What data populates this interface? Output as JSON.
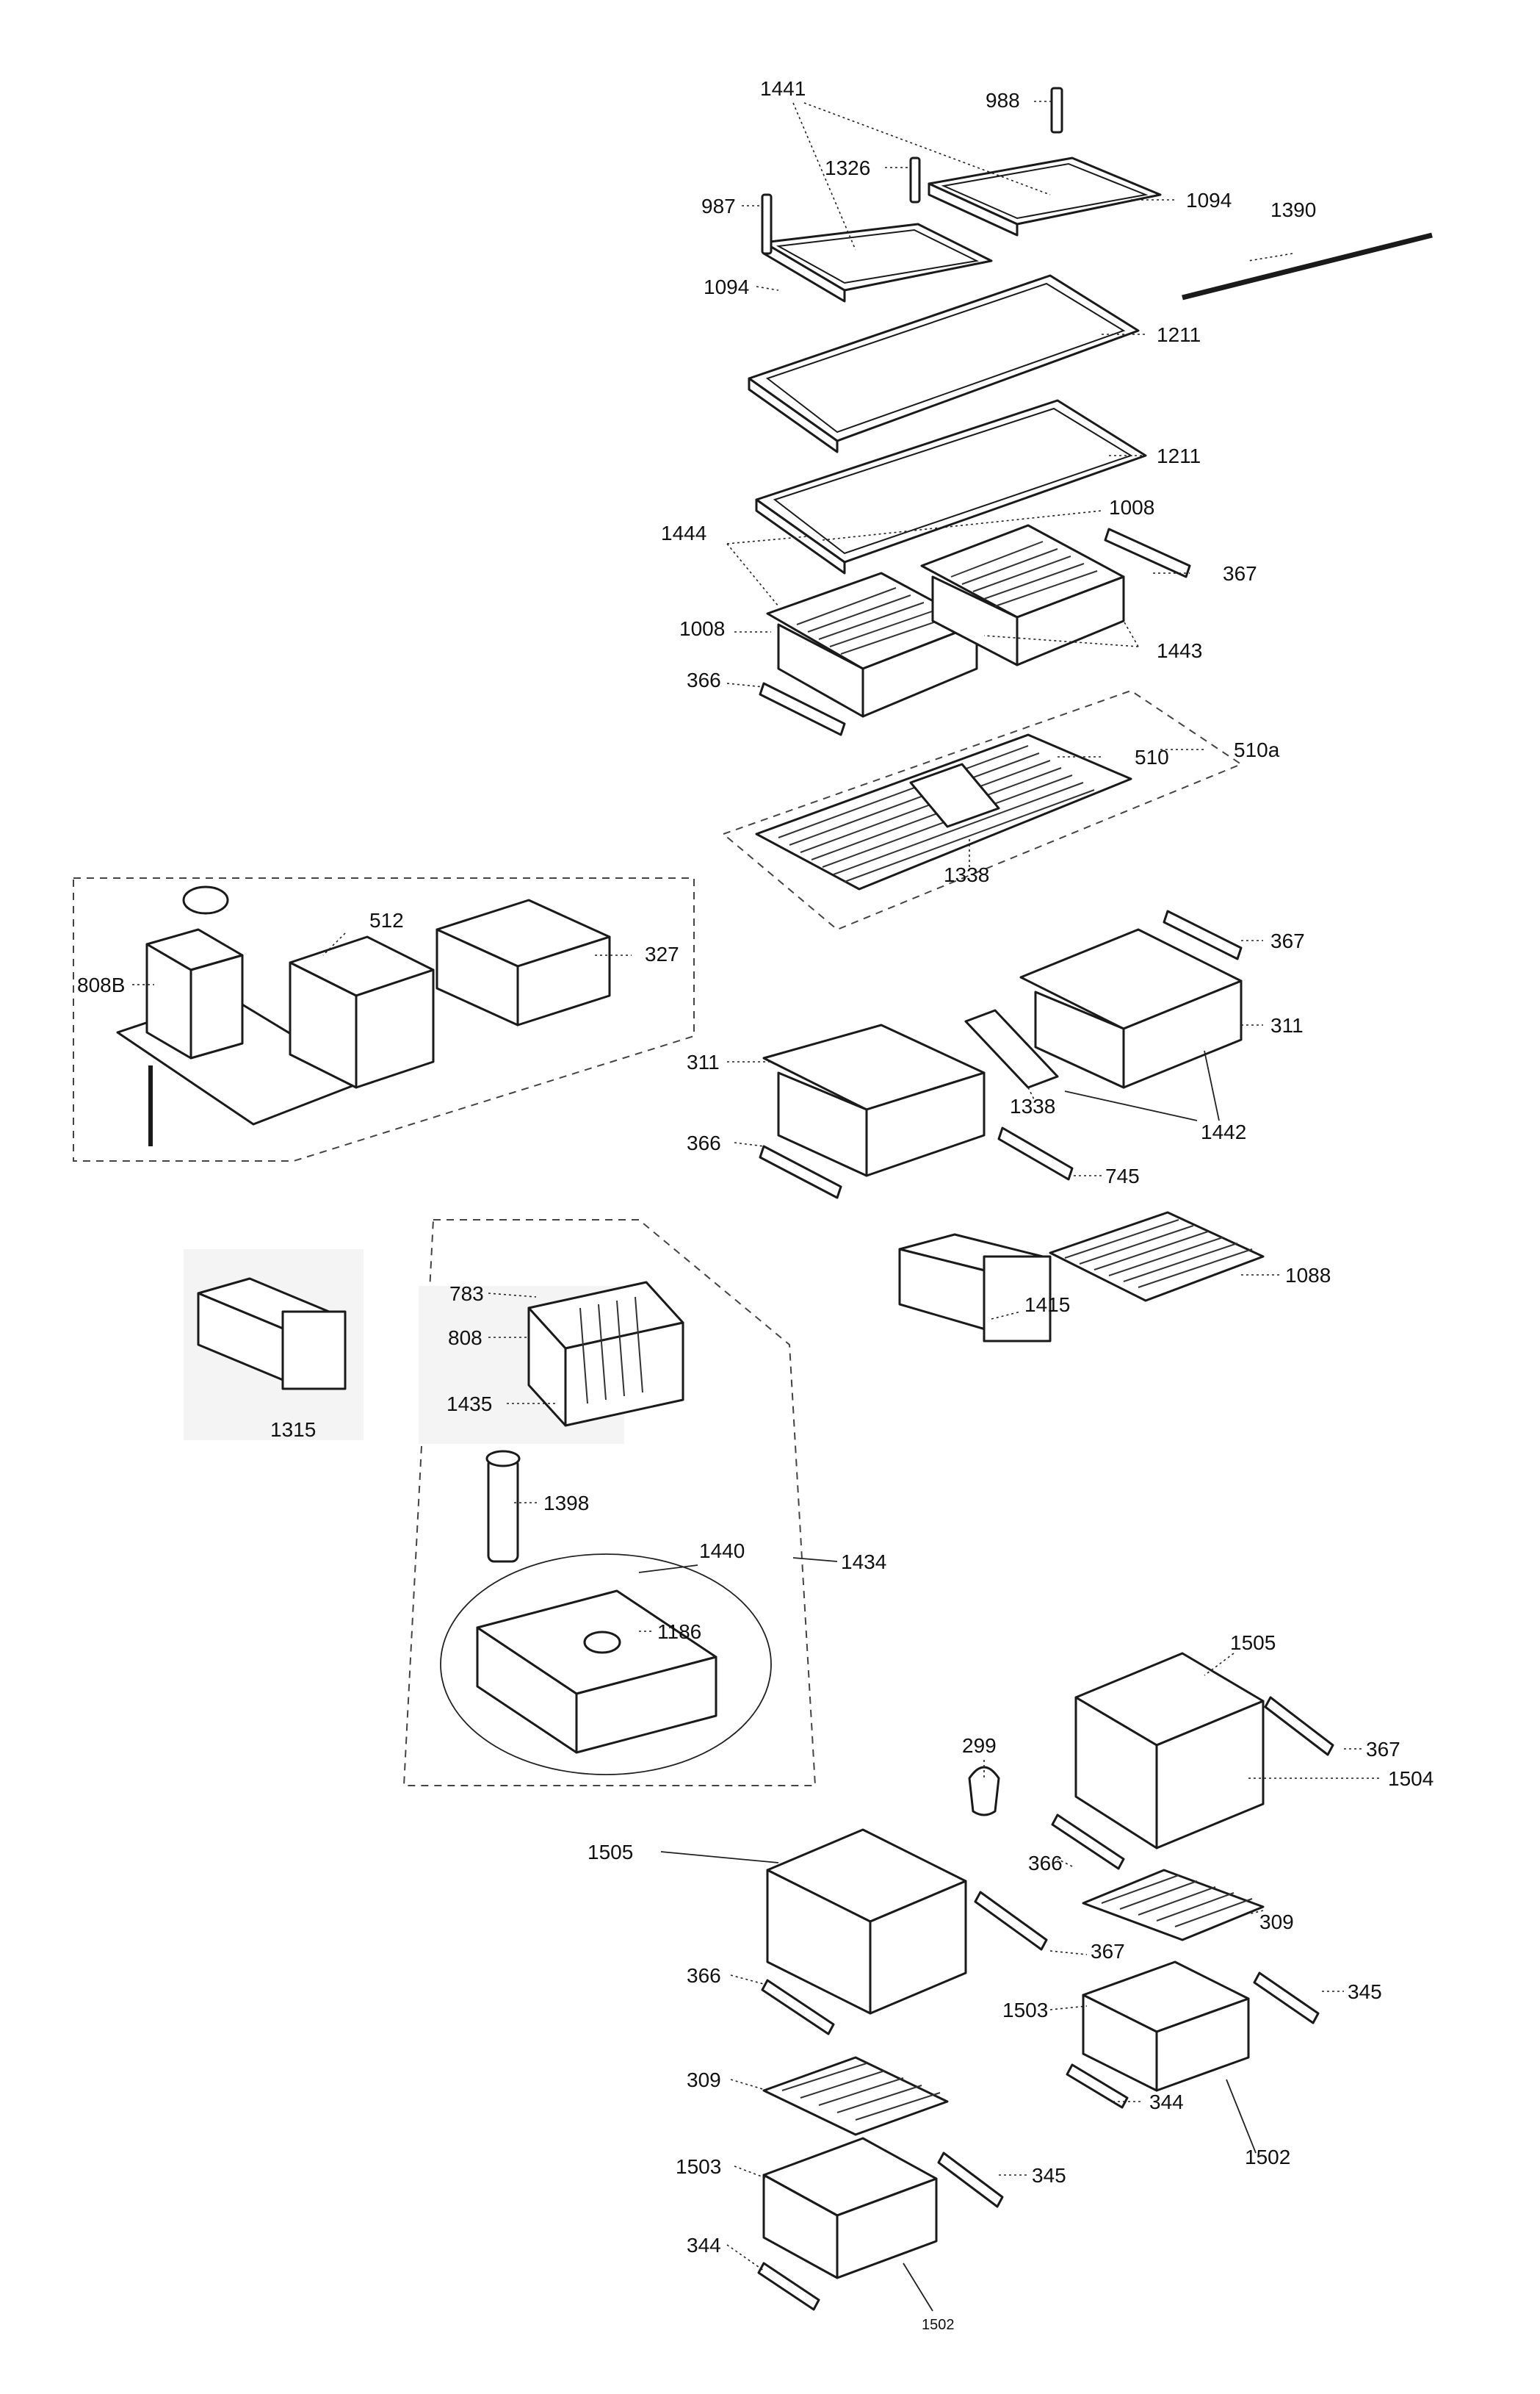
{
  "labels": {
    "l1441": "1441",
    "l988": "988",
    "l1326": "1326",
    "l987": "987",
    "l1094a": "1094",
    "l1094b": "1094",
    "l1390": "1390",
    "l1211a": "1211",
    "l1211b": "1211",
    "l1008a": "1008",
    "l1444": "1444",
    "l367a": "367",
    "l1008b": "1008",
    "l1443": "1443",
    "l366a": "366",
    "l510": "510",
    "l510a": "510a",
    "l1338a": "1338",
    "l512": "512",
    "l327": "327",
    "l808B": "808B",
    "l367b": "367",
    "l311a": "311",
    "l311b": "311",
    "l1338b": "1338",
    "l1442": "1442",
    "l366b": "366",
    "l745": "745",
    "l783": "783",
    "l808": "808",
    "l1435": "1435",
    "l1315": "1315",
    "l1415": "1415",
    "l1088": "1088",
    "l1398": "1398",
    "l1440": "1440",
    "l1434": "1434",
    "l1186": "1186",
    "l1505a": "1505",
    "l299": "299",
    "l367c": "367",
    "l1504": "1504",
    "l366c": "366",
    "l309a": "309",
    "l1505b": "1505",
    "l367d": "367",
    "l366d": "366",
    "l1503a": "1503",
    "l345a": "345",
    "l344a": "344",
    "l1502a": "1502",
    "l309b": "309",
    "l1503b": "1503",
    "l345b": "345",
    "l344b": "344",
    "l1502b": "1502"
  }
}
